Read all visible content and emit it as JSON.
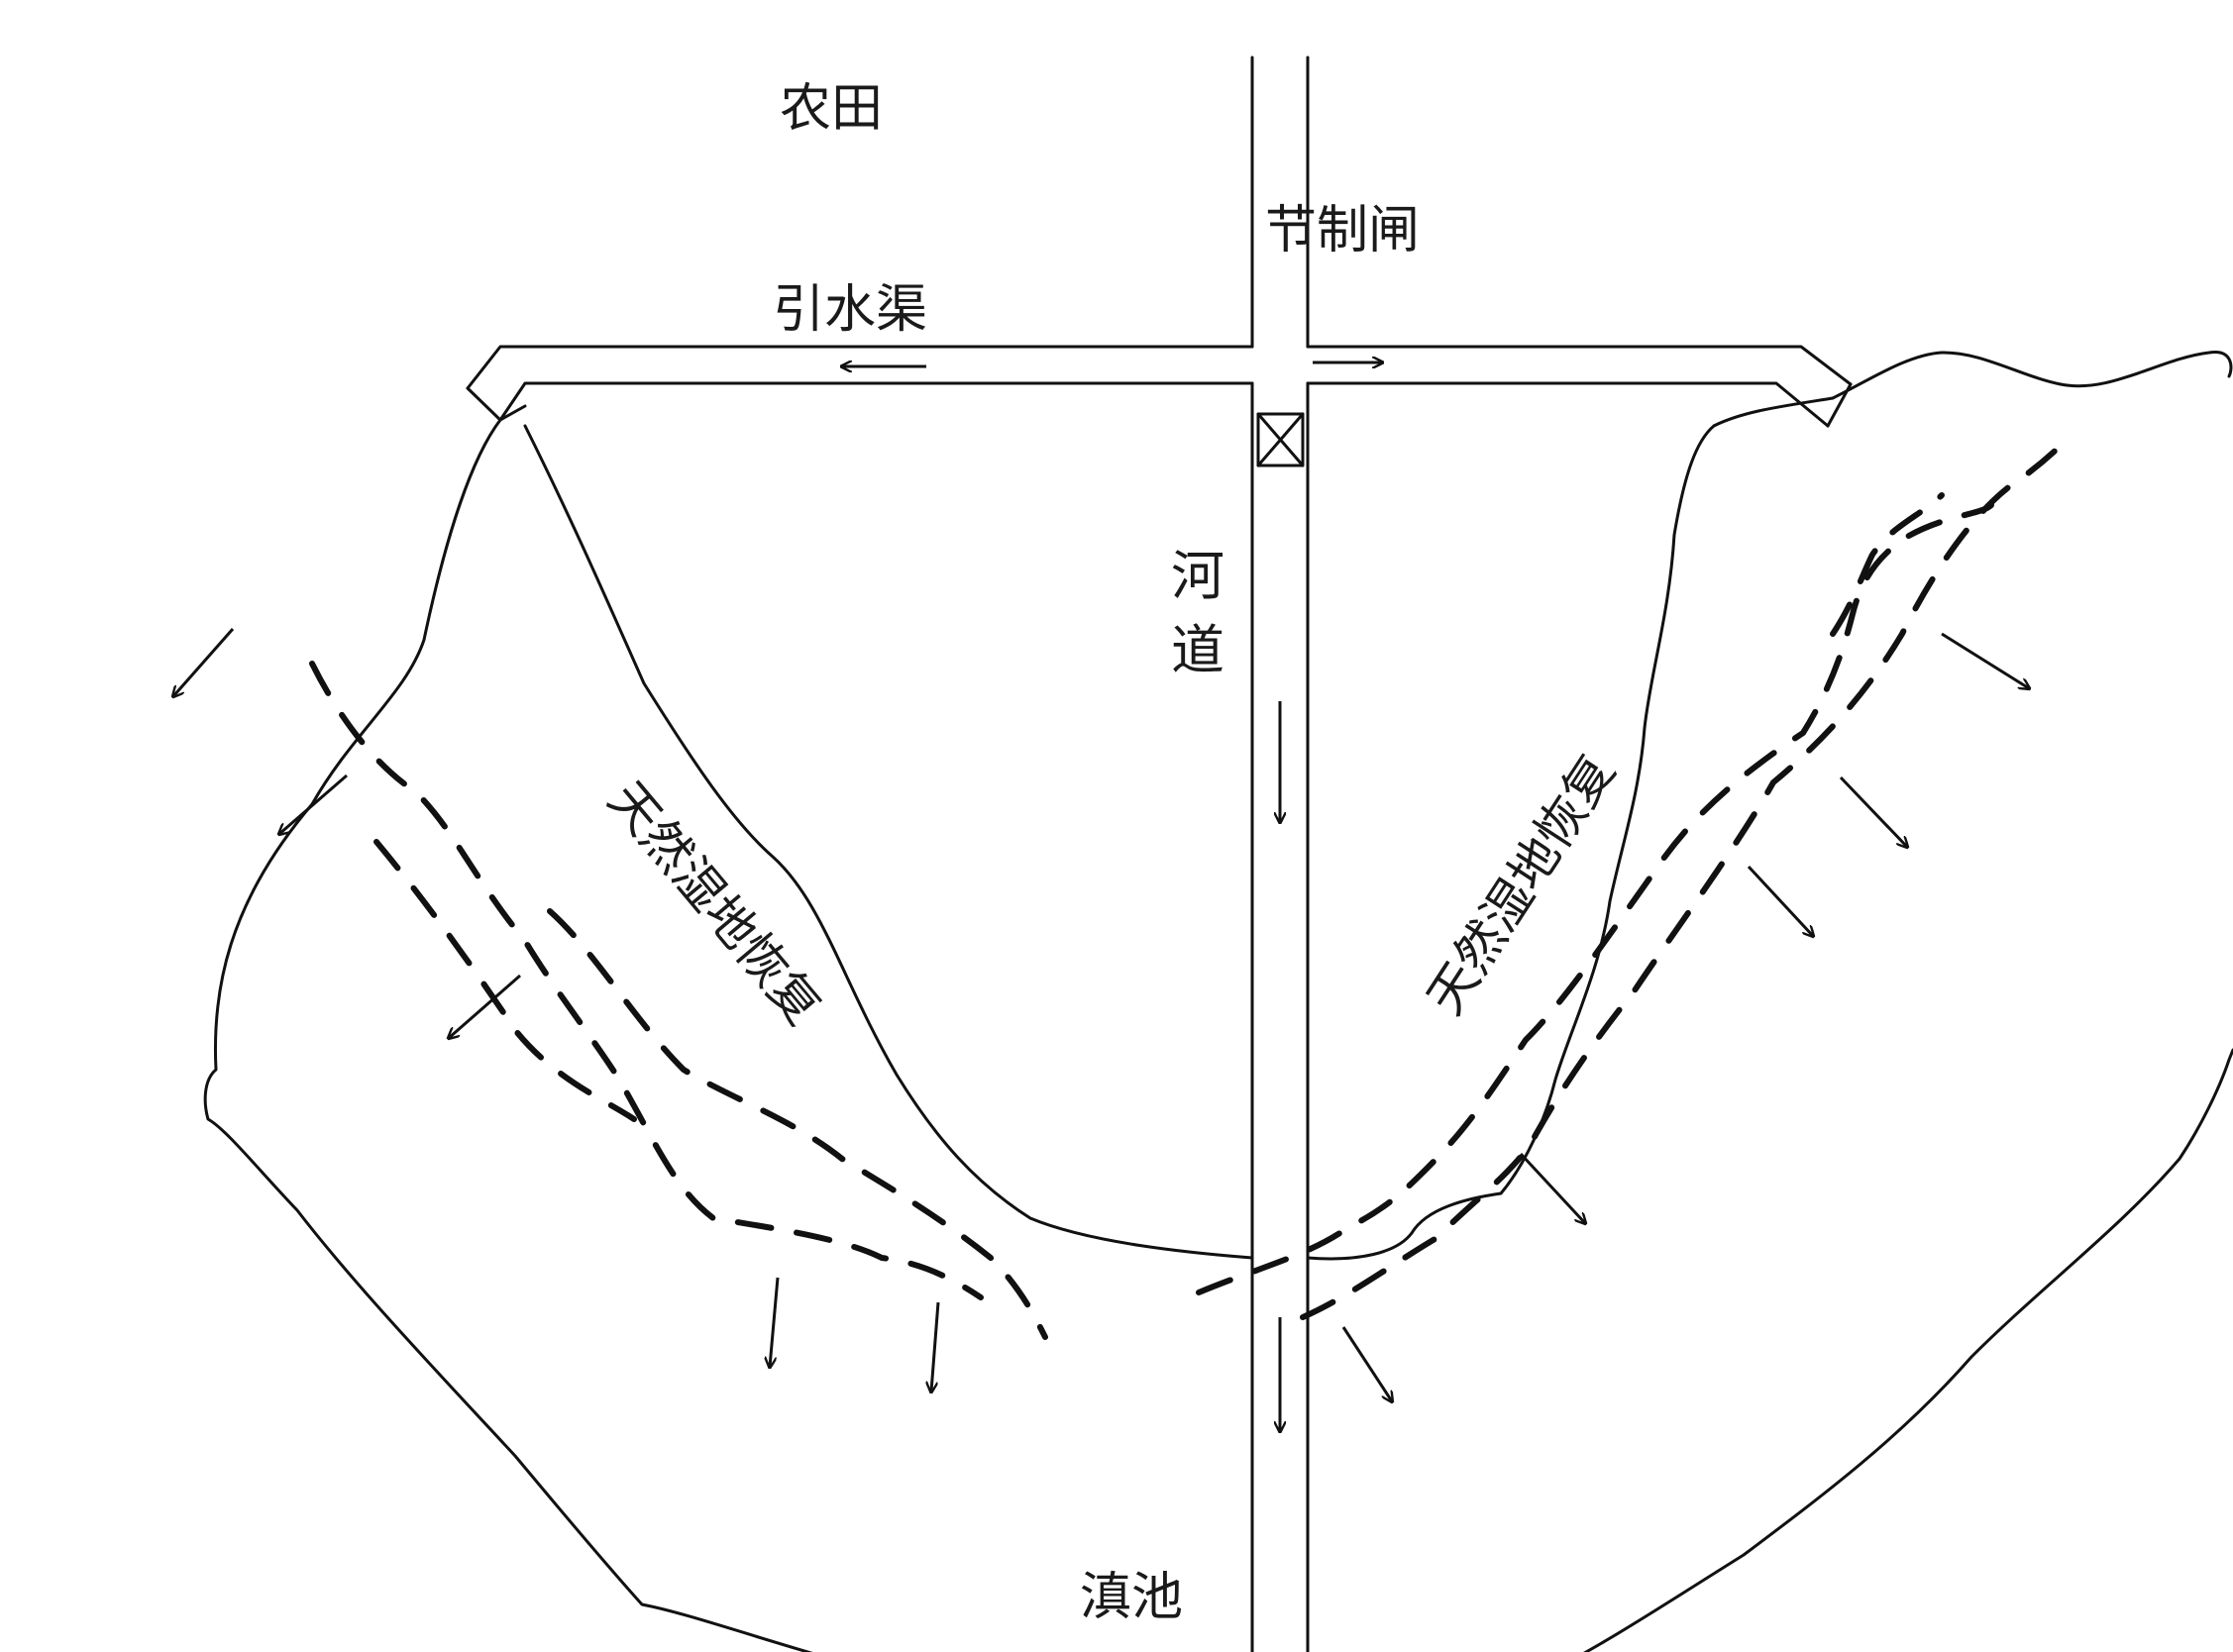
{
  "labels": {
    "farmland": "农田",
    "sluice_gate": "节制闸",
    "diversion_canal": "引水渠",
    "river_char1": "河",
    "river_char2": "道",
    "wetland_left": "天然湿地恢复",
    "wetland_right": "天然湿地恢复",
    "dianchi": "滇池"
  },
  "colors": {
    "stroke": "#111111",
    "background": "#ffffff"
  }
}
